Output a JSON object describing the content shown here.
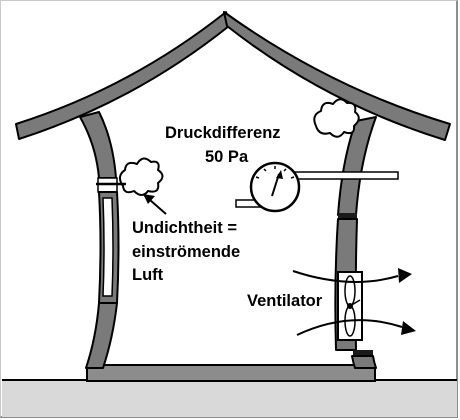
{
  "diagram": {
    "pressure_label_line1": "Druckdifferenz",
    "pressure_label_line2": "50 Pa",
    "leak_label_line1": "Undichtheit =",
    "leak_label_line2": "einströmende",
    "leak_label_line3": "Luft",
    "fan_label": "Ventilator"
  },
  "colors": {
    "wall": "#7a7a7a",
    "outline": "#000000",
    "foundation": "#8c8c8c",
    "ground": "#d9d9d9",
    "background": "#ffffff"
  }
}
